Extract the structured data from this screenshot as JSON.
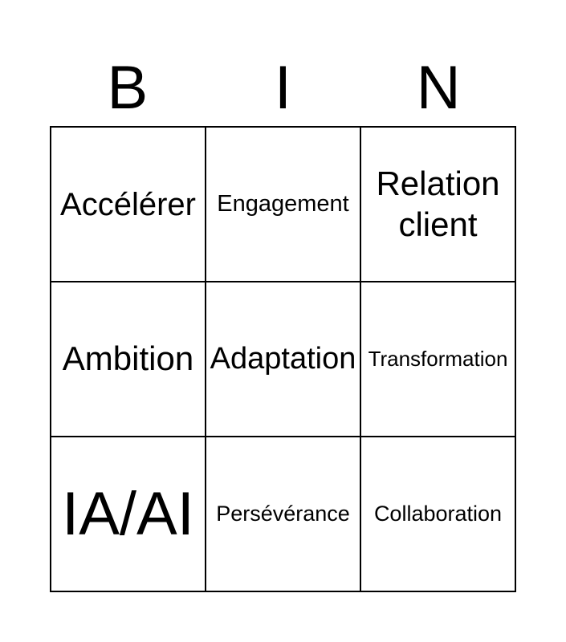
{
  "page": {
    "background_color": "#ffffff",
    "text_color": "#000000",
    "border_color": "#000000"
  },
  "header": {
    "letters": [
      "B",
      "I",
      "N"
    ]
  },
  "grid": {
    "rows": 3,
    "cols": 3,
    "cells": [
      {
        "label": "Accélérer"
      },
      {
        "label": "Engagement"
      },
      {
        "label": "Relation client"
      },
      {
        "label": "Ambition"
      },
      {
        "label": "Adaptation"
      },
      {
        "label": "Transformation"
      },
      {
        "label": "IA/AI"
      },
      {
        "label": "Persévérance"
      },
      {
        "label": "Collaboration"
      }
    ]
  }
}
